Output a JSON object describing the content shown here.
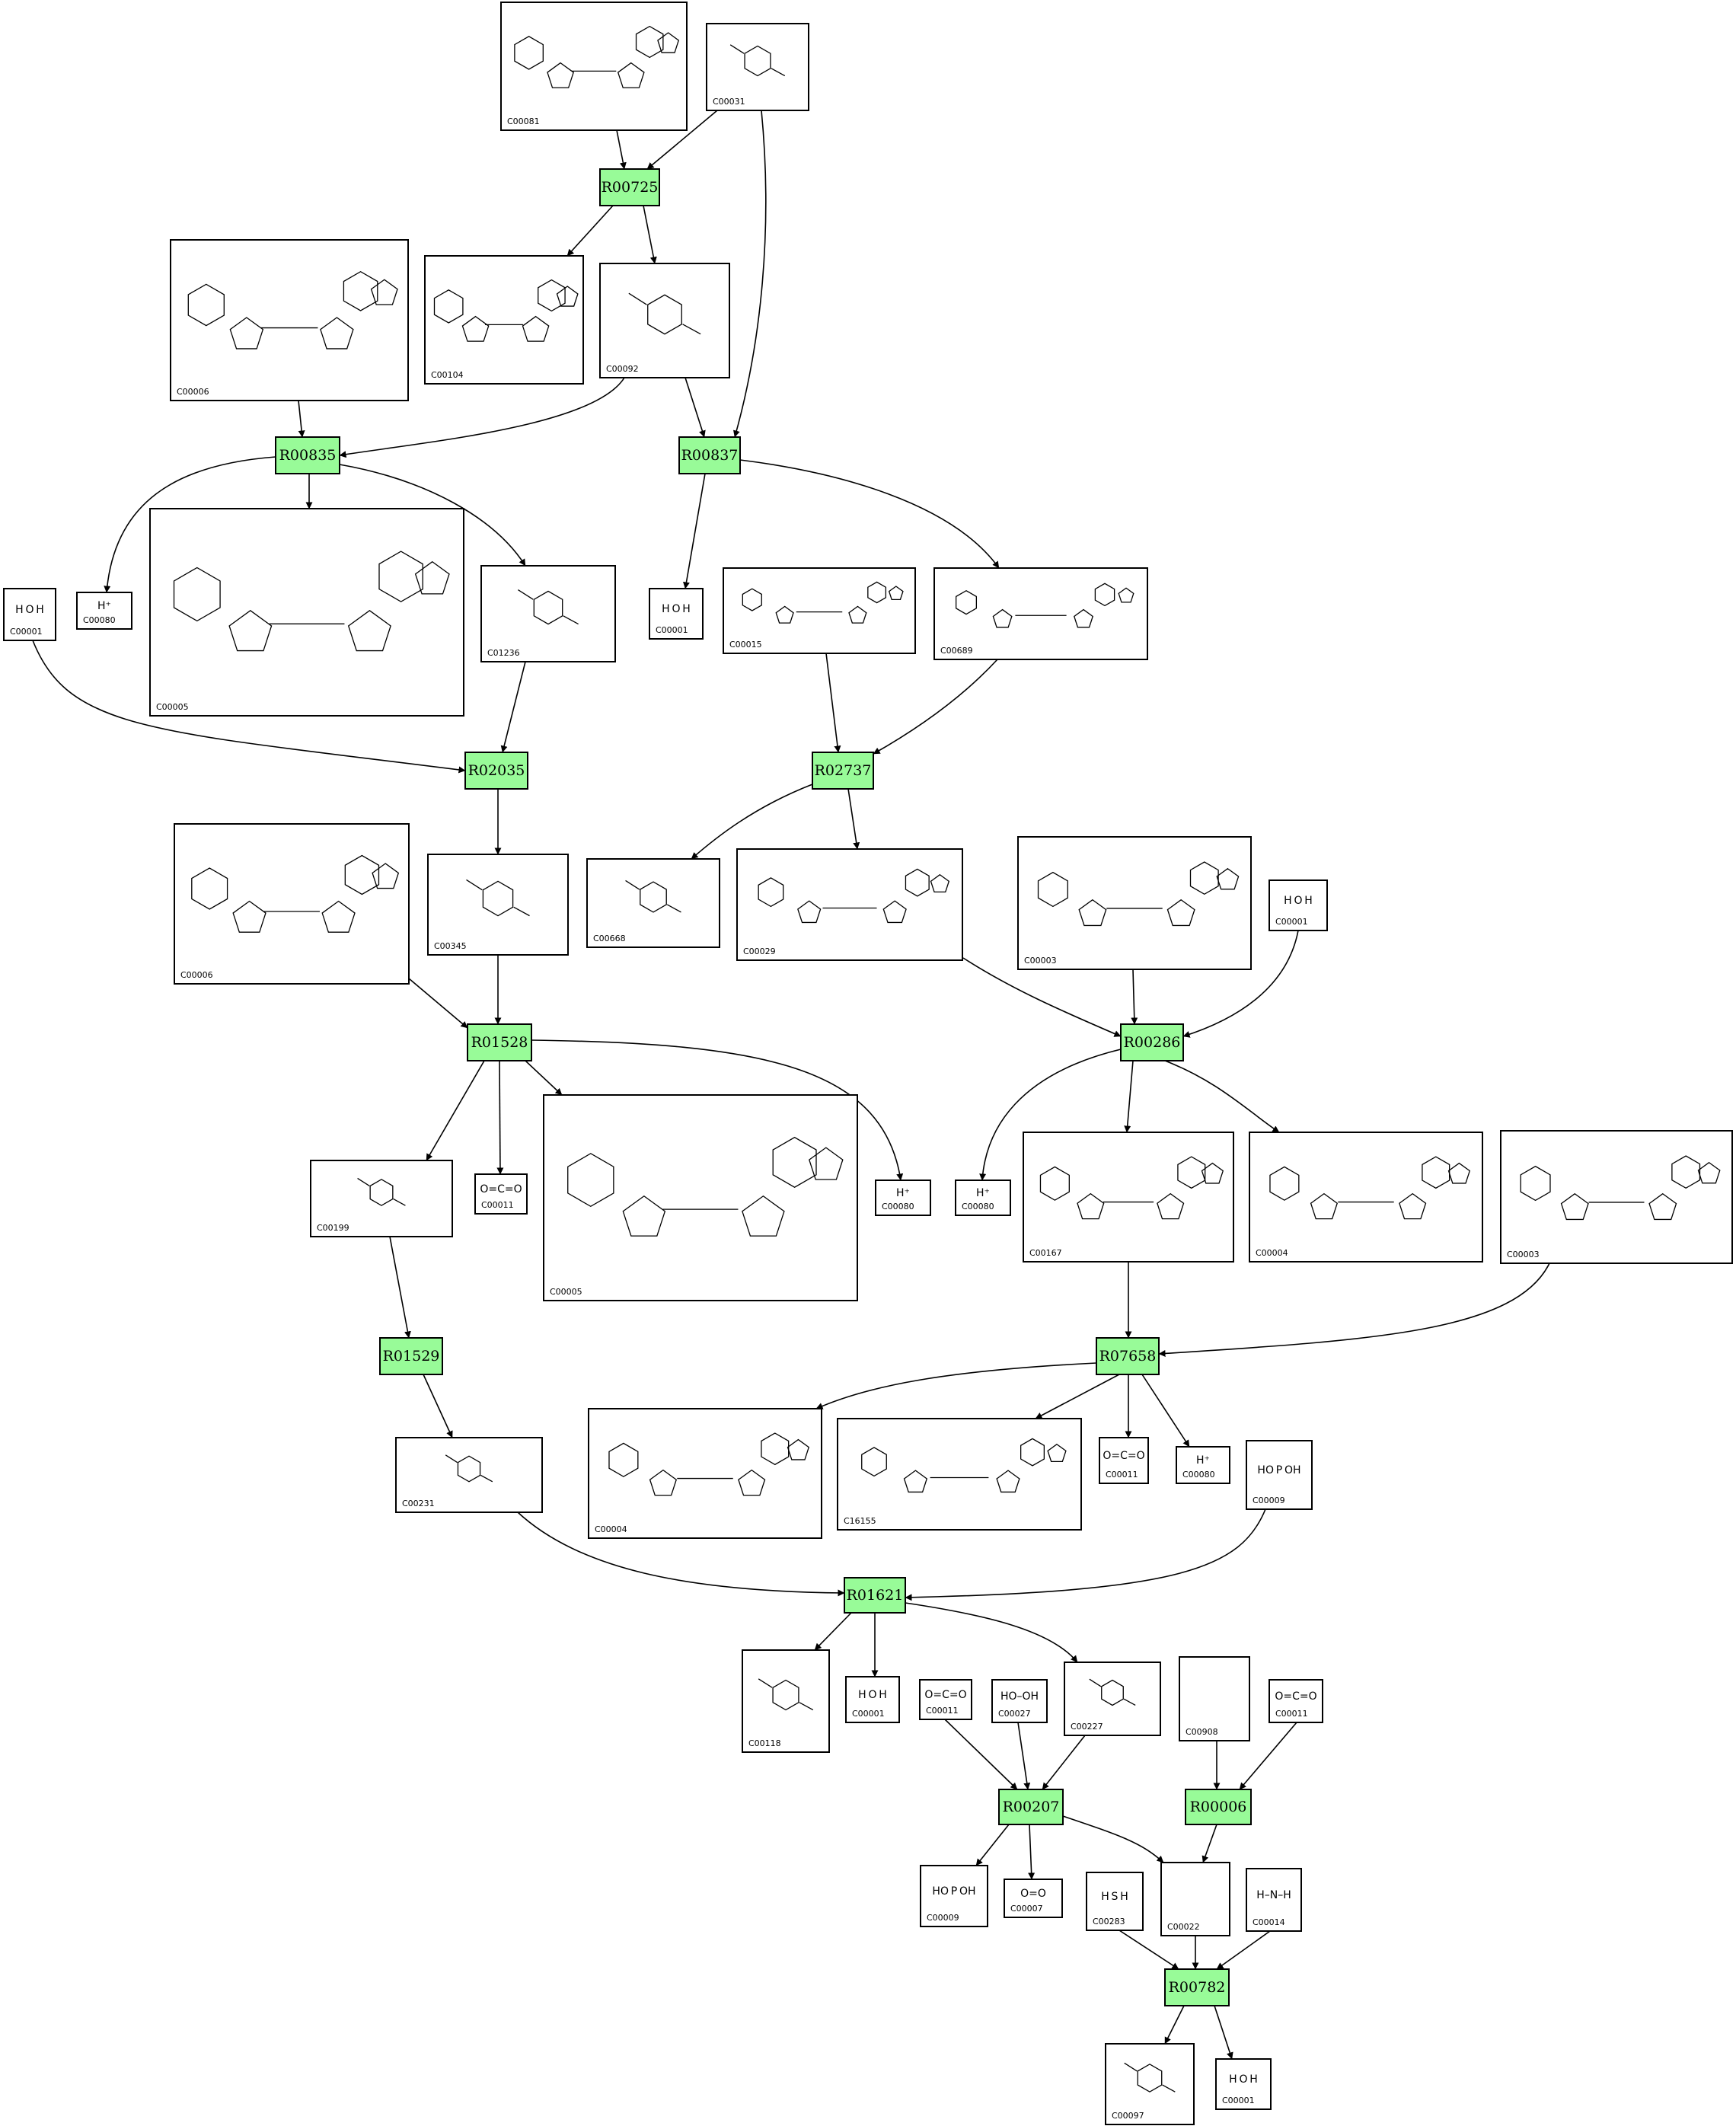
{
  "reactions": [
    {
      "id": "r-R00725",
      "label": "R00725"
    },
    {
      "id": "r-R00835",
      "label": "R00835"
    },
    {
      "id": "r-R00837",
      "label": "R00837"
    },
    {
      "id": "r-R02035",
      "label": "R02035"
    },
    {
      "id": "r-R02737",
      "label": "R02737"
    },
    {
      "id": "r-R01528",
      "label": "R01528"
    },
    {
      "id": "r-R00286",
      "label": "R00286"
    },
    {
      "id": "r-R01529",
      "label": "R01529"
    },
    {
      "id": "r-R07658",
      "label": "R07658"
    },
    {
      "id": "r-R01621",
      "label": "R01621"
    },
    {
      "id": "r-R00207",
      "label": "R00207"
    },
    {
      "id": "r-R00006",
      "label": "R00006"
    },
    {
      "id": "r-R00782",
      "label": "R00782"
    }
  ],
  "compounds": [
    {
      "id": "c1",
      "label": "C00081",
      "formula": ""
    },
    {
      "id": "c2",
      "label": "C00031",
      "formula": ""
    },
    {
      "id": "c3",
      "label": "C00006",
      "formula": ""
    },
    {
      "id": "c4",
      "label": "C00104",
      "formula": ""
    },
    {
      "id": "c5",
      "label": "C00092",
      "formula": ""
    },
    {
      "id": "c6",
      "label": "C00001",
      "formula": "H O H"
    },
    {
      "id": "c7",
      "label": "C00080",
      "formula": "H⁺"
    },
    {
      "id": "c8",
      "label": "C00005",
      "formula": ""
    },
    {
      "id": "c9",
      "label": "C01236",
      "formula": ""
    },
    {
      "id": "c10",
      "label": "C00001",
      "formula": "H O H"
    },
    {
      "id": "c11",
      "label": "C00015",
      "formula": ""
    },
    {
      "id": "c12",
      "label": "C00689",
      "formula": ""
    },
    {
      "id": "c13",
      "label": "C00006",
      "formula": ""
    },
    {
      "id": "c14",
      "label": "C00345",
      "formula": ""
    },
    {
      "id": "c15",
      "label": "C00668",
      "formula": ""
    },
    {
      "id": "c16",
      "label": "C00029",
      "formula": ""
    },
    {
      "id": "c17",
      "label": "C00003",
      "formula": ""
    },
    {
      "id": "c18",
      "label": "C00001",
      "formula": "H O H"
    },
    {
      "id": "c19",
      "label": "C00199",
      "formula": ""
    },
    {
      "id": "c20",
      "label": "C00011",
      "formula": "O=C=O"
    },
    {
      "id": "c21",
      "label": "C00005",
      "formula": ""
    },
    {
      "id": "c22",
      "label": "C00080",
      "formula": "H⁺"
    },
    {
      "id": "c23",
      "label": "C00080",
      "formula": "H⁺"
    },
    {
      "id": "c24",
      "label": "C00167",
      "formula": ""
    },
    {
      "id": "c25",
      "label": "C00004",
      "formula": ""
    },
    {
      "id": "c26",
      "label": "C00003",
      "formula": ""
    },
    {
      "id": "c27",
      "label": "C00231",
      "formula": ""
    },
    {
      "id": "c28",
      "label": "C00004",
      "formula": ""
    },
    {
      "id": "c29",
      "label": "C16155",
      "formula": ""
    },
    {
      "id": "c30",
      "label": "C00011",
      "formula": "O=C=O"
    },
    {
      "id": "c31",
      "label": "C00080",
      "formula": "H⁺"
    },
    {
      "id": "c32",
      "label": "C00009",
      "formula": "HO P OH"
    },
    {
      "id": "c33",
      "label": "C00118",
      "formula": ""
    },
    {
      "id": "c34",
      "label": "C00001",
      "formula": "H O H"
    },
    {
      "id": "c35",
      "label": "C00011",
      "formula": "O=C=O"
    },
    {
      "id": "c36",
      "label": "C00027",
      "formula": "HO–OH"
    },
    {
      "id": "c37",
      "label": "C00227",
      "formula": ""
    },
    {
      "id": "c38",
      "label": "C00908",
      "formula": ""
    },
    {
      "id": "c39",
      "label": "C00011",
      "formula": "O=C=O"
    },
    {
      "id": "c40",
      "label": "C00009",
      "formula": "HO P OH"
    },
    {
      "id": "c41",
      "label": "C00007",
      "formula": "O=O"
    },
    {
      "id": "c42",
      "label": "C00283",
      "formula": "H S H"
    },
    {
      "id": "c43",
      "label": "C00022",
      "formula": ""
    },
    {
      "id": "c44",
      "label": "C00014",
      "formula": "H–N–H"
    },
    {
      "id": "c45",
      "label": "C00097",
      "formula": ""
    },
    {
      "id": "c46",
      "label": "C00001",
      "formula": "H O H"
    }
  ]
}
